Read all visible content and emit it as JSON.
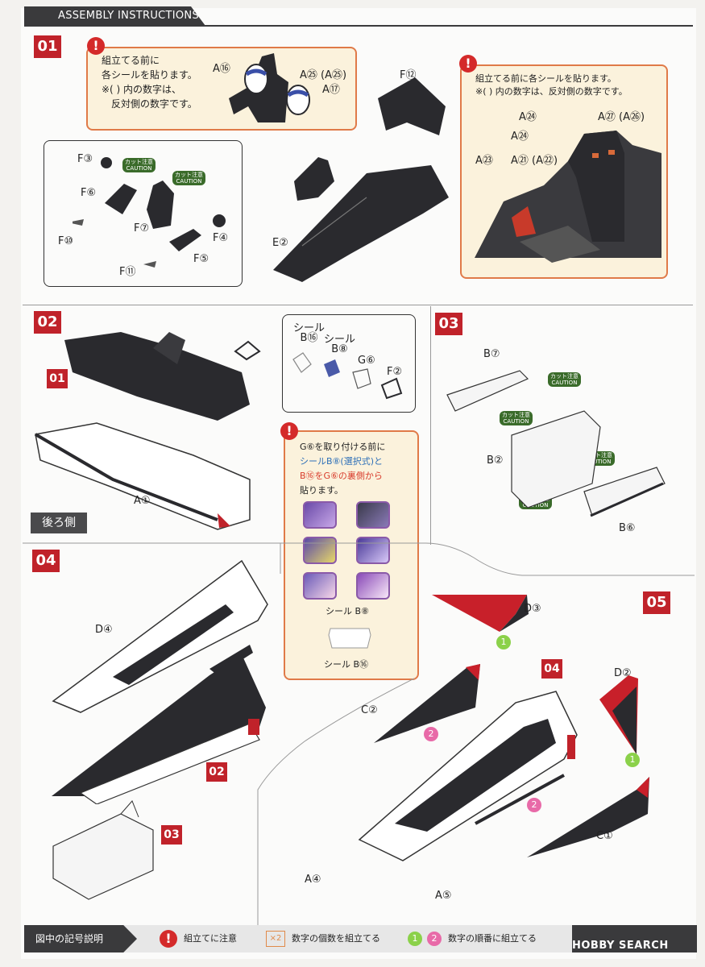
{
  "header": {
    "title": "ASSEMBLY INSTRUCTIONS"
  },
  "steps": {
    "s01": "01",
    "s02": "02",
    "s03": "03",
    "s04": "04",
    "s05": "05",
    "ref01": "01",
    "ref02": "02",
    "ref03": "03",
    "ref04": "04"
  },
  "step01": {
    "note_left": [
      "組立てる前に",
      "各シールを貼ります。",
      "※( ) 内の数字は、",
      "反対側の数字です。"
    ],
    "note_left_labels": {
      "a16": "A⑯",
      "a25": "A㉕ (A㉕)",
      "a17": "A⑰"
    },
    "note_right": [
      "組立てる前に各シールを貼ります。",
      "※( ) 内の数字は、反対側の数字です。"
    ],
    "note_right_labels": {
      "a24a": "A㉔",
      "a24b": "A㉔",
      "a27": "A㉗ (A㉖)",
      "a23": "A㉓",
      "a21": "A㉑ (A㉒)"
    },
    "parts": {
      "f12": "F⑫",
      "f3": "F③",
      "f6": "F⑥",
      "f10": "F⑩",
      "f7": "F⑦",
      "f4": "F④",
      "f5": "F⑤",
      "f11": "F⑪",
      "e2": "E②"
    },
    "caution": "カット注意\nCAUTION"
  },
  "step02": {
    "parts": {
      "a1": "A①",
      "g6": "G⑥",
      "f2": "F②"
    },
    "sticker_b16": "シール\nB⑯",
    "sticker_b8": "シール\nB⑧",
    "rear_label": "後ろ側",
    "note": [
      "G⑥を取り付ける前に",
      "シールB⑧(選択式)と",
      "B⑯をG⑥の裏側から",
      "貼ります。"
    ],
    "seal_b8": "シール B⑧",
    "seal_b16": "シール B⑯"
  },
  "step03": {
    "parts": {
      "b7": "B⑦",
      "b2": "B②",
      "b6": "B⑥"
    }
  },
  "step04": {
    "parts": {
      "d4": "D④"
    }
  },
  "step05": {
    "parts": {
      "d3": "D③",
      "c2": "C②",
      "d2": "D②",
      "c1": "C①",
      "a4": "A④",
      "a5": "A⑤"
    },
    "order1": "1",
    "order2": "2"
  },
  "footer": {
    "title": "図中の記号説明",
    "warn_label": "組立てに注意",
    "x2_icon": "×2",
    "x2_label": "数字の個数を組立てる",
    "order_a": "1",
    "order_b": "2",
    "order_label": "数字の順番に組立てる"
  },
  "watermark": "HOBBY SEARCH",
  "colors": {
    "accent": "#c0222a",
    "note_border": "#e07a48",
    "note_bg": "#fbf2dc",
    "step_green": "#8bd14a",
    "step_pink": "#e86aa8"
  }
}
